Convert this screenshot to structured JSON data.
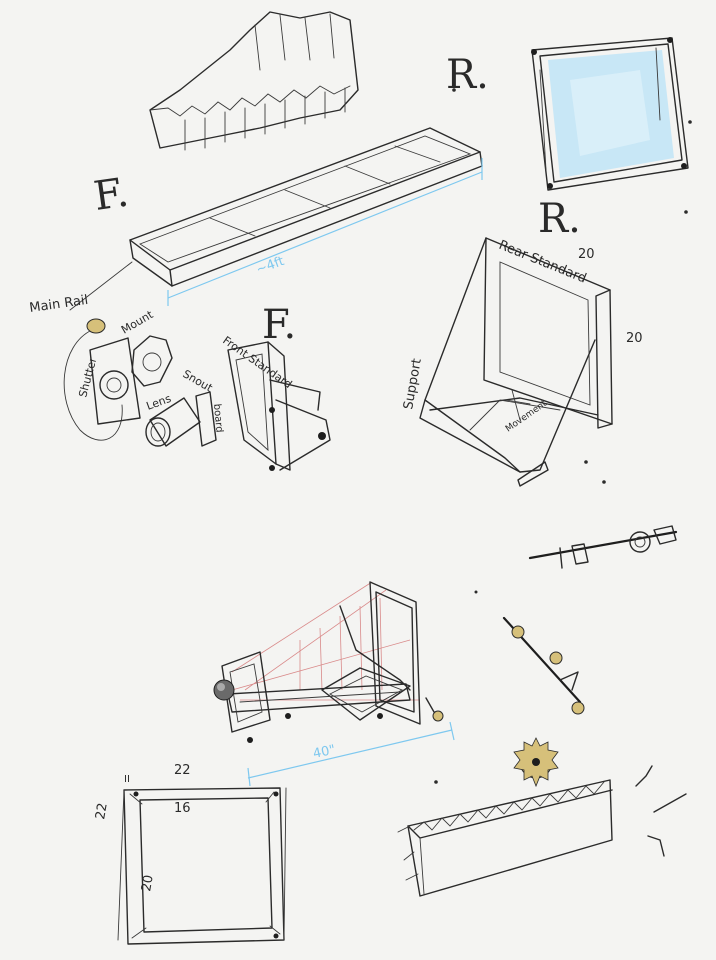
{
  "colors": {
    "paper": "#f4f4f2",
    "ink": "#2b2b2b",
    "blue_dimension": "#7ec8ef",
    "glass": "#bfe4f7",
    "red_guides": "#d98a8a",
    "brass": "#d6c07a"
  },
  "letters": {
    "front_1": "F.",
    "rear_1": "R.",
    "rear_2": "R.",
    "front_2": "F."
  },
  "labels": {
    "main_rail": "Main Rail",
    "shutter": "Shutter",
    "mount": "Mount",
    "lens": "Lens",
    "snout": "Snout",
    "board": "board",
    "front_standard": "Front Standard",
    "rear_standard": "Rear Standard",
    "support": "Support",
    "movement": "Movement"
  },
  "dimensions": {
    "rail_length": "~4ft",
    "rear_width": "20",
    "rear_height": "20",
    "camera_length": "40\"",
    "frame_top_outer": "22",
    "frame_side_outer": "22",
    "frame_inner_top": "16",
    "frame_inner_side": "20",
    "frame_thickness": "II"
  }
}
